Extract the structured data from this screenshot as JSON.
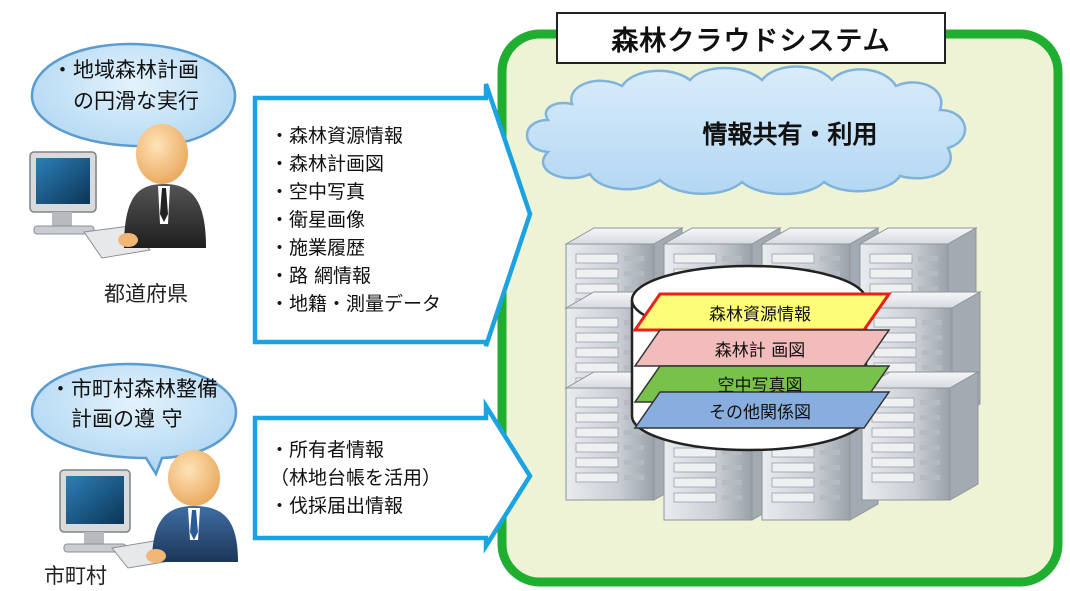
{
  "system": {
    "title": "森林クラウドシステム",
    "cloud_label": "情報共有・利用",
    "data_layers": [
      "森林資源情報",
      "森林計 画図",
      "空中写真図",
      "その他関係図"
    ]
  },
  "prefecture": {
    "label": "都道府県",
    "bubble": [
      "・地域森林計画",
      "　の円滑な実行"
    ],
    "items": [
      "・森林資源情報",
      "・森林計画図",
      "・空中写真",
      "・衛星画像",
      "・施業履歴",
      "・路 網情報",
      "・地籍・測量データ"
    ]
  },
  "municipality": {
    "label": "市町村",
    "bubble": [
      "・市町村森林整備",
      "　計画の遵 守"
    ],
    "items": [
      "・所有者情報",
      "（林地台帳を活用）",
      "・伐採届出情報"
    ]
  },
  "colors": {
    "system_border": "#1fae2f",
    "system_fill": "#eef3d6",
    "arrow_border": "#1aa3e0",
    "bubble_fill": "#bfe0f6",
    "layer_1": "#fdfd7a",
    "layer_1_border": "#e8211b",
    "layer_2": "#f2bcbc",
    "layer_3": "#78c24a",
    "layer_4": "#88aee0"
  }
}
